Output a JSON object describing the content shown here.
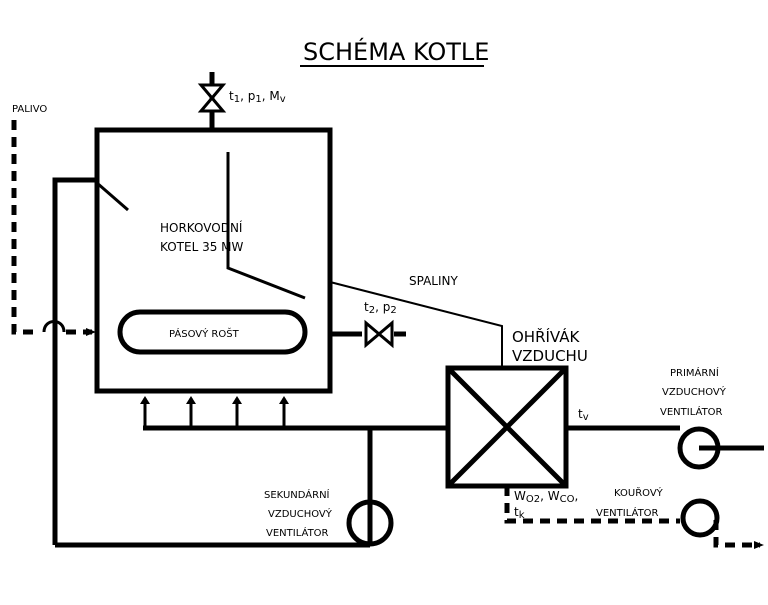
{
  "title": "SCHÉMA KOTLE",
  "colors": {
    "line": "#000000",
    "background": "#ffffff"
  },
  "labels": {
    "fuel": "PALIVO",
    "boiler_line1": "HORKOVODNÍ",
    "boiler_line2": "KOTEL 35 MW",
    "grate": "PÁSOVÝ ROŠT",
    "flue_gas": "SPALINY",
    "air_heater_line1": "OHŘÍVÁK",
    "air_heater_line2": "VZDUCHU",
    "primary_fan_line1": "PRIMÁRNÍ",
    "primary_fan_line2": "VZDUCHOVÝ",
    "primary_fan_line3": "VENTILÁTOR",
    "secondary_fan_line1": "SEKUNDÁRNÍ",
    "secondary_fan_line2": "VZDUCHOVÝ",
    "secondary_fan_line3": "VENTILÁTOR",
    "smoke_fan_line1": "KOUŘOVÝ",
    "smoke_fan_line2": "VENTILÁTOR"
  },
  "measurements": {
    "outlet": {
      "t": "t",
      "t_sub": "1",
      "p": ", p",
      "p_sub": "1",
      "m": ", M",
      "m_sub": "v"
    },
    "inlet": {
      "t": "t",
      "t_sub": "2",
      "p": ", p",
      "p_sub": "2"
    },
    "air_temp": {
      "t": "t",
      "t_sub": "v"
    },
    "flue_gas": {
      "w1": "W",
      "w1_sub": "O2",
      "w2": ", W",
      "w2_sub": "CO",
      "comma": ",",
      "t": "t",
      "t_sub": "k"
    }
  },
  "icons": [
    "valve-icon",
    "fan-icon",
    "heat-exchanger-icon"
  ]
}
